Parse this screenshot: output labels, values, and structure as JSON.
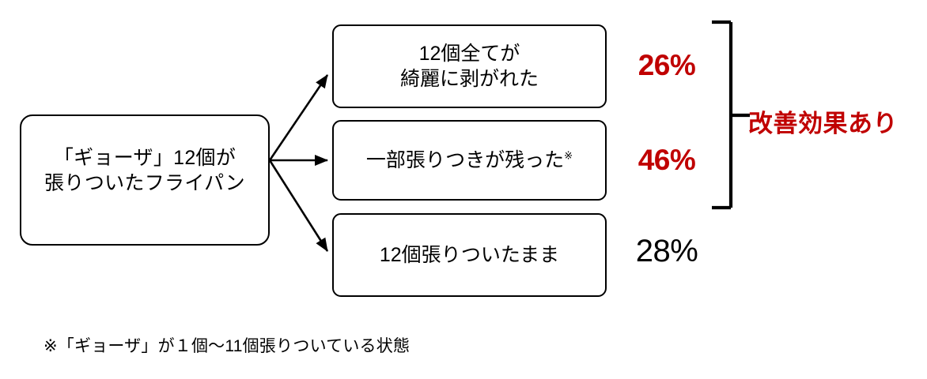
{
  "diagram": {
    "source": {
      "line1": "「ギョーザ」12個が",
      "line2": "張りついたフライパン"
    },
    "results": [
      {
        "line1": "12個全てが",
        "line2": "綺麗に剥がれた",
        "ref": "",
        "percent": "26%",
        "percent_style": "highlight",
        "percent_color": "#C00000"
      },
      {
        "line1": "一部張りつきが残った",
        "line2": "",
        "ref": "※",
        "percent": "46%",
        "percent_style": "highlight",
        "percent_color": "#C00000"
      },
      {
        "line1": "12個張りついたまま",
        "line2": "",
        "ref": "",
        "percent": "28%",
        "percent_style": "plain",
        "percent_color": "#000000"
      }
    ],
    "summary": {
      "label": "改善効果あり",
      "color": "#C00000"
    },
    "footnote": "※「ギョーザ」が１個〜11個張りついている状態"
  }
}
